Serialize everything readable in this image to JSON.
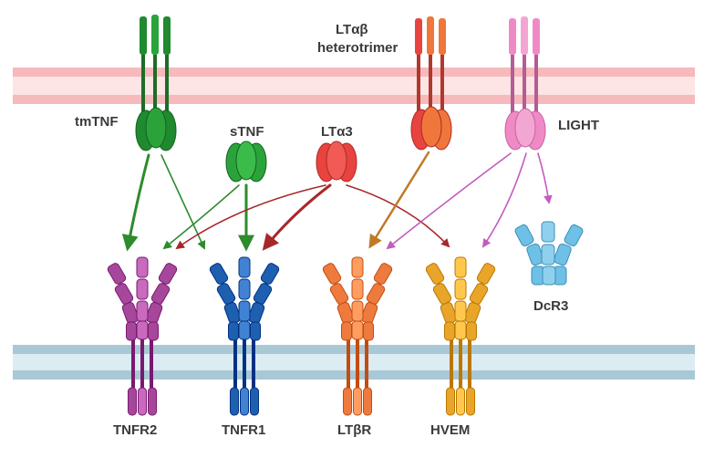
{
  "ligands": {
    "tmtnf": "tmTNF",
    "ltab_line1": "LTαβ",
    "ltab_line2": "heterotrimer",
    "stnf": "sTNF",
    "lta3": "LTα3",
    "light": "LIGHT"
  },
  "receptors": {
    "tnfr2": "TNFR2",
    "tnfr1": "TNFR1",
    "ltbr": "LTβR",
    "hvem": "HVEM",
    "dcr3": "DcR3"
  },
  "colors": {
    "tmtnf": "#1f8a2e",
    "stnf": "#2aa43a",
    "lta3": "#e8433f",
    "ltab": "#f0763c",
    "light": "#f08ac6",
    "tnfr2": "#a6479c",
    "tnfr1": "#1f5fb0",
    "ltbr": "#ee7a3e",
    "hvem": "#e8a52a",
    "dcr3": "#6fc0e6",
    "arrow_green": "#2e8b2e",
    "arrow_red": "#a8282a",
    "arrow_orange": "#c07a26",
    "arrow_pink": "#c35cbf",
    "membrane_top": "#f6b9bc",
    "membrane_bottom": "#a9c8d6"
  }
}
